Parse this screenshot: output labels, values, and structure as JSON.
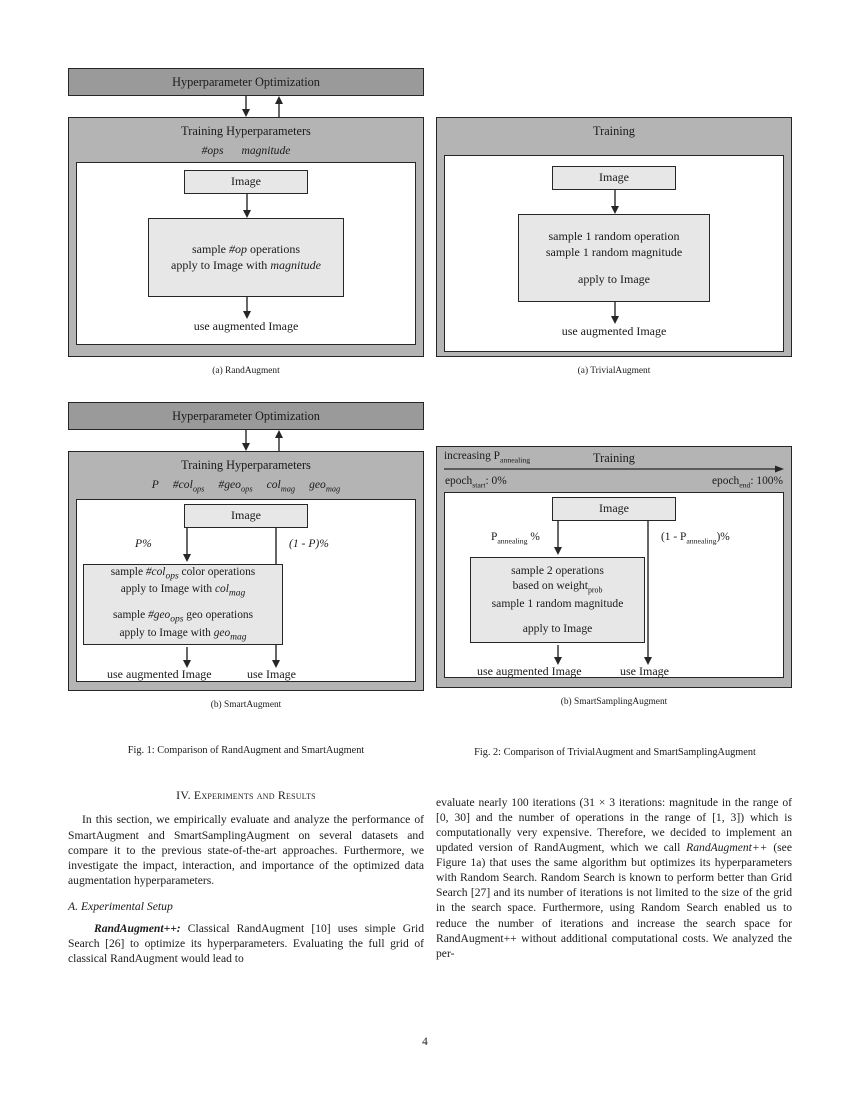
{
  "page": {
    "number": "4"
  },
  "figures": {
    "fig1a": {
      "hpo_label": "Hyperparameter Optimization",
      "panel_title": "Training Hyperparameters",
      "hyperparameters": [
        "#ops",
        "magnitude"
      ],
      "image_box": "Image",
      "process_lines": [
        "sample #op operations",
        "apply to Image with magnitude"
      ],
      "end_label": "use augmented Image",
      "subcaption": "(a)  RandAugment"
    },
    "fig2a": {
      "panel_title": "Training",
      "image_box": "Image",
      "process_lines": [
        "sample 1 random operation",
        "sample 1 random magnitude",
        "",
        "apply to Image"
      ],
      "end_label": "use augmented Image",
      "subcaption": "(a)  TrivialAugment"
    },
    "fig1b": {
      "hpo_label": "Hyperparameter Optimization",
      "panel_title": "Training Hyperparameters",
      "hyperparameters": [
        "P",
        "#col_ops",
        "#geo_ops",
        "col_mag",
        "geo_mag"
      ],
      "image_box": "Image",
      "branch_left_label": "P%",
      "branch_right_label": "(1 - P)%",
      "process_lines": [
        "sample #col_ops color operations",
        "apply to Image with col_mag",
        "",
        "sample #geo_ops geo operations",
        "apply to Image with geo_mag"
      ],
      "end_label_left": "use augmented Image",
      "end_label_right": "use Image",
      "subcaption": "(b)  SmartAugment"
    },
    "fig2b": {
      "panel_title": "Training",
      "annealing_label": "increasing P_annealing",
      "epoch_start": "epoch_start: 0%",
      "epoch_end": "epoch_end: 100%",
      "image_box": "Image",
      "branch_left_label": "P_annealing %",
      "branch_right_label": "(1 - P_annealing)%",
      "process_lines": [
        "sample 2 operations",
        "based on weight_prob",
        "sample 1 random magnitude",
        "",
        "apply to Image"
      ],
      "end_label_left": "use augmented Image",
      "end_label_right": "use Image",
      "subcaption": "(b)  SmartSamplingAugment"
    },
    "caption_fig1": "Fig. 1: Comparison of RandAugment and SmartAugment",
    "caption_fig2": "Fig. 2: Comparison of TrivialAugment and SmartSamplingAugment"
  },
  "content": {
    "section_heading": "IV.  Experiments and Results",
    "intro_paragraph": "In this section, we empirically evaluate and analyze the performance of SmartAugment and SmartSamplingAugment on several datasets and compare it to the previous state-of-the-art approaches. Furthermore, we investigate the impact, interaction, and importance of the optimized data augmentation hyperparameters.",
    "subsection_heading": "A.  Experimental Setup",
    "randaugment_runin": "RandAugment++:",
    "randaugment_paragraph_left": " Classical RandAugment [10] uses simple Grid Search [26] to optimize its hyperparameters. Evaluating the full grid of classical RandAugment would lead to",
    "right_column_part1": "evaluate nearly 100 iterations (31 × 3 iterations: magnitude in the range of [0, 30] and the number of operations in the range of [1, 3]) which is computationally very expensive. Therefore, we decided to implement an updated version of RandAugment, which we call ",
    "right_column_italic": "RandAugment++",
    "right_column_part2": " (see Figure 1a) that uses the same algorithm but optimizes its hyperparameters with Random Search. Random Search is known to perform better than Grid Search [27] and its number of iterations is not limited to the size of the grid in the search space. Furthermore, using Random Search enabled us to reduce the number of iterations and increase the search space for RandAugment++ without additional computational costs. We analyzed the per-"
  },
  "colors": {
    "hpo_bar": "#9a9a9a",
    "panel": "#b4b4b4",
    "inner_box": "#e7e7e7",
    "stroke": "#262626",
    "page_background": "#ffffff"
  }
}
